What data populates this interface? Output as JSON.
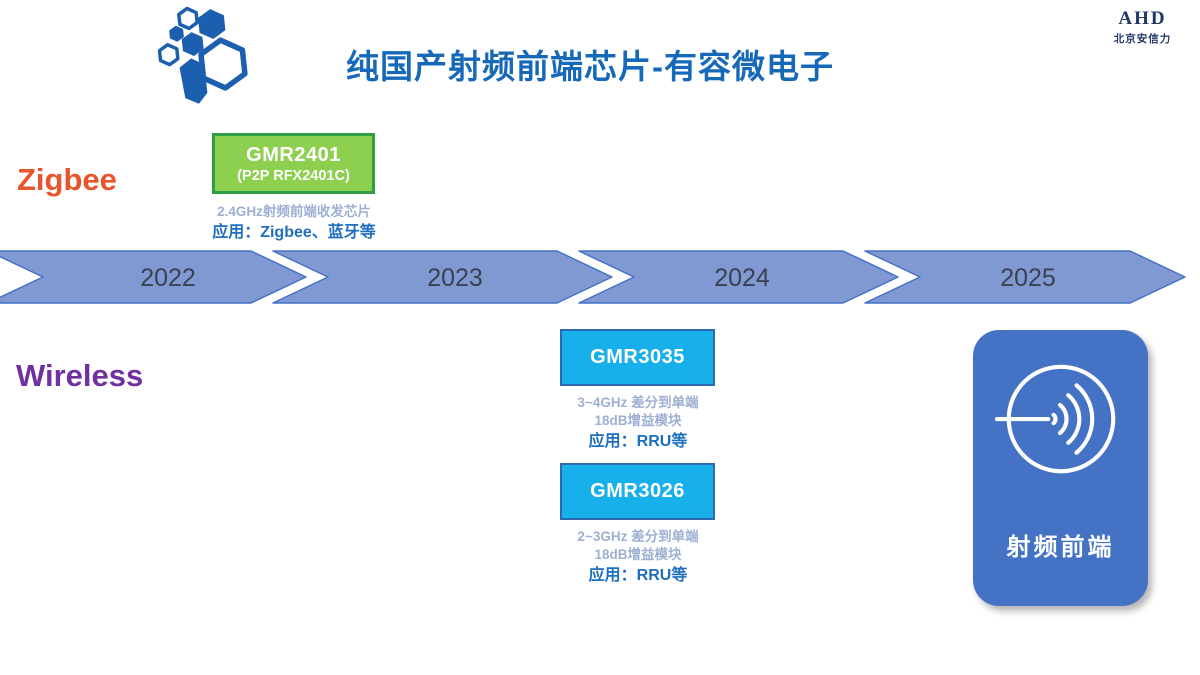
{
  "header": {
    "title": "纯国产射频前端芯片-有容微电子",
    "brand_abbr": "AHD",
    "brand_name": "北京安信力"
  },
  "categories": {
    "zigbee": "Zigbee",
    "wireless": "Wireless"
  },
  "timeline": {
    "years": [
      "2022",
      "2023",
      "2024",
      "2025"
    ]
  },
  "chips": {
    "gmr2401": {
      "name": "GMR2401",
      "alias": "(P2P RFX2401C)",
      "desc": "2.4GHz射频前端收发芯片",
      "application": "应用：Zigbee、蓝牙等"
    },
    "gmr3035": {
      "name": "GMR3035",
      "desc1": "3~4GHz 差分到单端",
      "desc2": "18dB增益模块",
      "application": "应用：RRU等"
    },
    "gmr3026": {
      "name": "GMR3026",
      "desc1": "2~3GHz 差分到单端",
      "desc2": "18dB增益模块",
      "application": "应用：RRU等"
    }
  },
  "rf_frontend": {
    "label": "射频前端"
  },
  "icons": {
    "logo": "hexagon-cluster-logo",
    "rf": "antenna-signal-icon"
  },
  "colors": {
    "title_blue": "#1668b8",
    "zigbee_orange": "#e8542c",
    "wireless_purple": "#7030a0",
    "arrow_fill": "#8199d2",
    "arrow_border": "#4472c4",
    "year_text": "#3a4150",
    "green_chip_fill": "#8dd04f",
    "green_chip_border": "#2f9e44",
    "cyan_chip_fill": "#18b0ea",
    "cyan_chip_border": "#2e68b0",
    "rf_box_blue": "#4472c4",
    "desc_gray_blue": "#9db0d2",
    "app_blue": "#1f6fc0",
    "brand_navy": "#1f3864"
  }
}
